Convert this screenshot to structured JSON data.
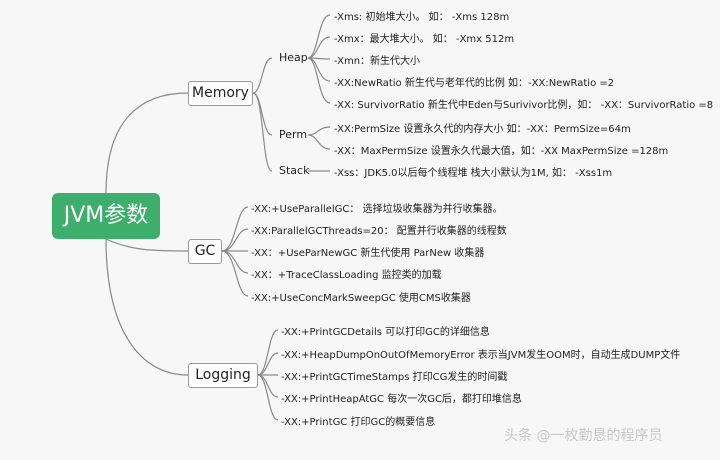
{
  "root": {
    "label": "JVM参数"
  },
  "memory": {
    "label": "Memory",
    "heap": {
      "label": "Heap",
      "items": [
        "-Xms: 初始堆大小。 如： -Xms 128m",
        "-Xmx：最大堆大小。 如： -Xmx 512m",
        "-Xmn：新生代大小",
        "-XX:NewRatio  新生代与老年代的比例 如：-XX:NewRatio =2",
        "-XX: SurvivorRatio 新生代中Eden与Surivivor比例，如： -XX：SurvivorRatio =8"
      ]
    },
    "perm": {
      "label": "Perm",
      "items": [
        "-XX:PermSize  设置永久代的内存大小 如：-XX：PermSize=64m",
        "-XX：MaxPermSize 设置永久代最大值，如：-XX MaxPermSize =128m"
      ]
    },
    "stack": {
      "label": "Stack",
      "items": [
        "-Xss：JDK5.0以后每个线程堆 栈大小默认为1M, 如： -Xss1m"
      ]
    }
  },
  "gc": {
    "label": "GC",
    "items": [
      "-XX:+UseParallelGC： 选择垃圾收集器为并行收集器。",
      "-XX:ParallelGCThreads=20： 配置并行收集器的线程数",
      "-XX：+UseParNewGC 新生代使用 ParNew 收集器",
      "-XX：+TraceClassLoading 监控类的加载",
      "-XX:+UseConcMarkSweepGC 使用CMS收集器"
    ]
  },
  "logging": {
    "label": "Logging",
    "items": [
      "-XX:+PrintGCDetails 可以打印GC的详细信息",
      "-XX:+HeapDumpOnOutOfMemoryError 表示当JVM发生OOM时，自动生成DUMP文件",
      "-XX:+PrintGCTimeStamps 打印CG发生的时间戳",
      "-XX:+PrintHeapAtGC 每次一次GC后，都打印堆信息",
      "-XX:+PrintGC 打印GC的概要信息"
    ]
  },
  "watermark": "头条 @一枚勤恳的程序员",
  "colors": {
    "root": "#3dae6b",
    "line": "#8a8a8a"
  }
}
